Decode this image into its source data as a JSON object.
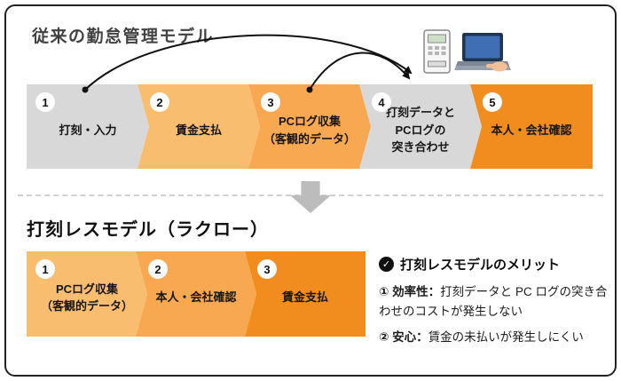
{
  "colors": {
    "gray_step": "#d8d8d8",
    "orange_light": "#f9bd70",
    "orange_medium": "#f8a851",
    "orange_dark": "#f18c1f",
    "divider_arrow_gray": "#bcbcbc",
    "arrow_ink": "#111111"
  },
  "traditional": {
    "title": "従来の勤怠管理モデル",
    "steps": [
      {
        "num": "1",
        "label": "打刻・入力",
        "color": "#d8d8d8"
      },
      {
        "num": "2",
        "label": "賃金支払",
        "color": "#f9bd70"
      },
      {
        "num": "3",
        "label": "PCログ収集\n（客観的データ）",
        "color": "#f8a851"
      },
      {
        "num": "4",
        "label": "打刻データと\nPCログの\n突き合わせ",
        "color": "#d8d8d8"
      },
      {
        "num": "5",
        "label": "本人・会社確認",
        "color": "#f18c1f"
      }
    ]
  },
  "rakuro": {
    "title": "打刻レスモデル（ラクロー）",
    "steps": [
      {
        "num": "1",
        "label": "PCログ収集\n（客観的データ）",
        "color": "#f9bd70"
      },
      {
        "num": "2",
        "label": "本人・会社確認",
        "color": "#f8a851"
      },
      {
        "num": "3",
        "label": "賃金支払",
        "color": "#f18c1f"
      }
    ],
    "merits": {
      "title": "打刻レスモデルのメリット",
      "items": [
        {
          "label": "① 効率性：",
          "text": "打刻データと PC ログの突き合わせのコストが発生しない"
        },
        {
          "label": "② 安心：",
          "text": "賃金の未払いが発生しにくい"
        }
      ]
    }
  },
  "icons": {
    "check_glyph": "✓",
    "time_recorder": "time-recorder-icon",
    "laptop": "laptop-icon",
    "down_arrow": "down-arrow-icon",
    "curved_arrows": "curved-arrow-icons"
  }
}
